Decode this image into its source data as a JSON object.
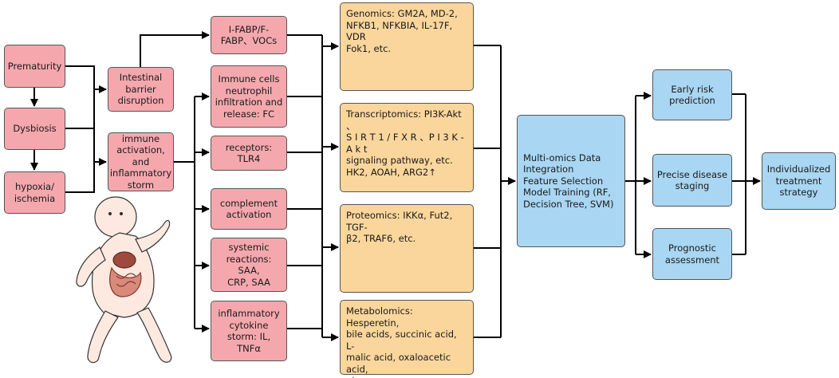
{
  "causes": [
    "Prematurity",
    "Dysbiosis",
    "hypoxia/\nischemia"
  ],
  "mechanisms": {
    "barrier": "Intestinal\nbarrier\ndisruption",
    "immune": "immune\nactivation, and\ninflammatory\nstorm"
  },
  "markers": [
    "I-FABP/F-\nFABP、VOCs",
    "Immune cells\nneutrophil\ninfiltration and\nrelease: FC",
    "receptors:\nTLR4",
    "complement\nactivation",
    "systemic\nreactions: SAA,\nCRP, SAA",
    "inflammatory\ncytokine\nstorm: IL,\nTNFα"
  ],
  "omics": [
    "Genomics: GM2A, MD-2,\nNFKB1, NFKBIA, IL-17F, VDR\nFok1, etc.",
    "Transcriptomics:  PI3K-Akt  、\nS I R T 1 / F X R 、P I 3 K -A k t\nsignaling pathway, etc.\nHK2, AOAH, ARG2↑",
    "Proteomics: IKKα, Fut2, TGF-\nβ2, TRAF6, etc.",
    "Metabolomics: Hesperetin,\nbile acids, succinic acid, L-\nmalic acid, oxaloacetic acid,\netc."
  ],
  "integration": "Multi-omics Data\nIntegration\nFeature Selection\nModel Training (RF,\nDecision Tree, SVM)",
  "outcomes": [
    "Early risk\nprediction",
    "Precise disease\nstaging",
    "Prognostic\nassessment"
  ],
  "final": "Individualized\ntreatment\nstrategy",
  "colors": {
    "cause_fill": "#f4a8ad",
    "omics_fill": "#fad69c",
    "model_fill": "#a9d6f2"
  }
}
